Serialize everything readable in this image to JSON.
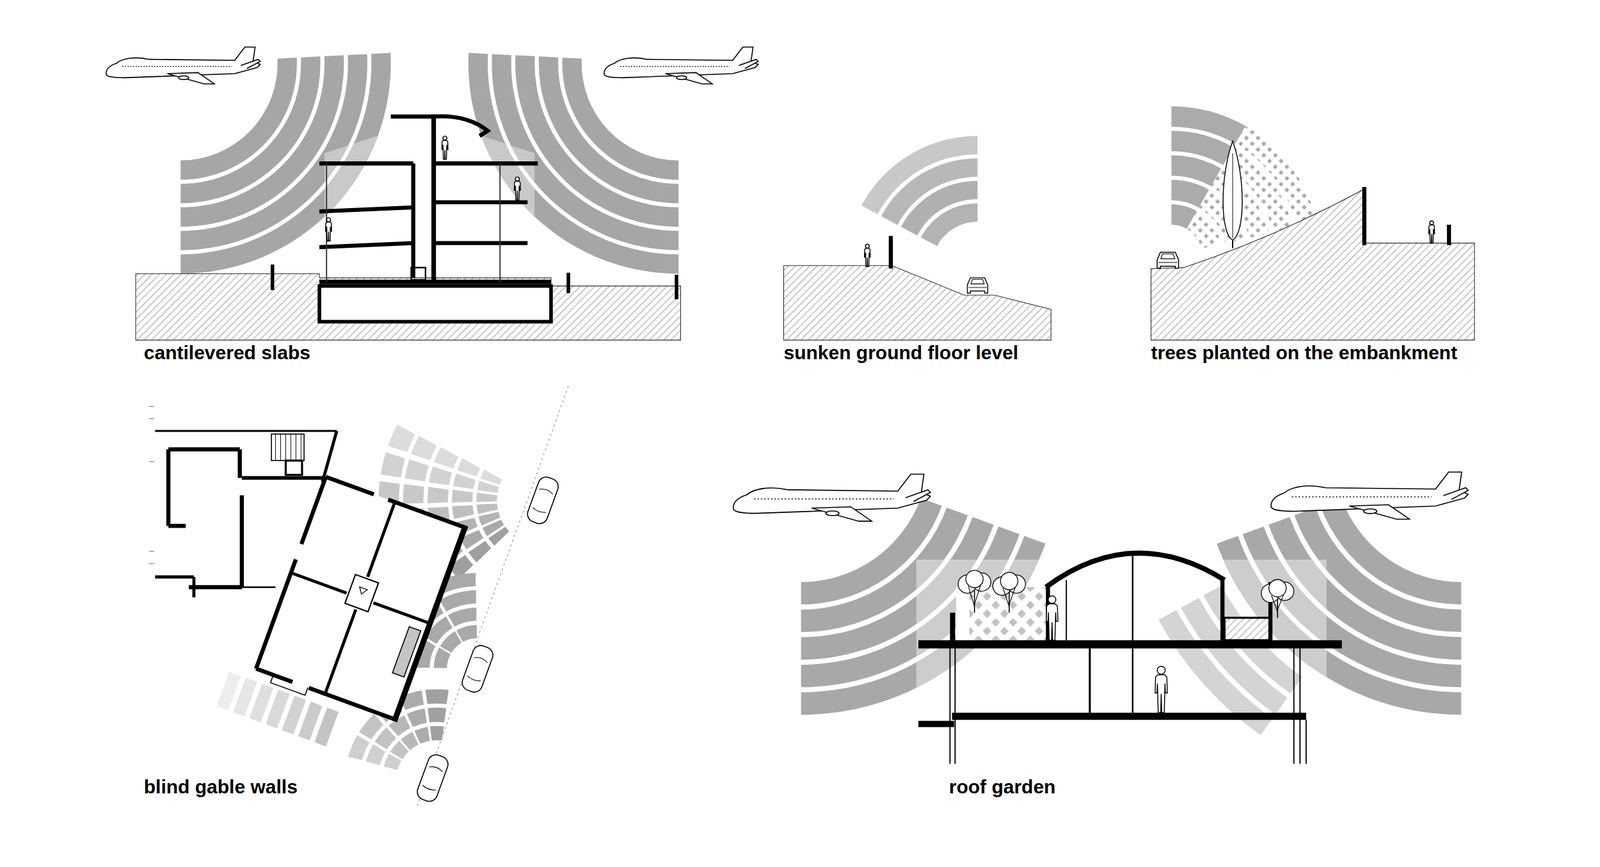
{
  "diagram": {
    "labels": [
      "cantilevered slabs",
      "sunken ground floor level",
      "trees planted on the embankment",
      "blind gable walls",
      "roof garden"
    ]
  }
}
